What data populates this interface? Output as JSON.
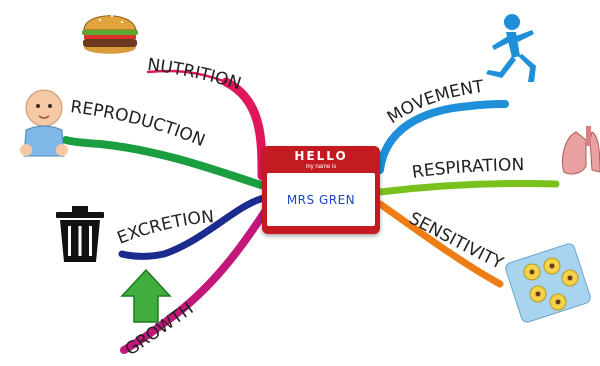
{
  "center": {
    "hello_text": "HELLO",
    "subtitle_text": "my name is",
    "name_text": "MRS GREN",
    "badge_color": "#c41b22",
    "name_color": "#1f44c9"
  },
  "branches": [
    {
      "id": "nutrition",
      "label": "NUTRITION",
      "color": "#e0185a",
      "icon": "burger-icon"
    },
    {
      "id": "reproduction",
      "label": "REPRODUCTION",
      "color": "#1a9e3f",
      "icon": "baby-icon"
    },
    {
      "id": "excretion",
      "label": "EXCRETION",
      "color": "#1c2b8f",
      "icon": "trash-can-icon"
    },
    {
      "id": "growth",
      "label": "GROWTH",
      "color": "#c2187a",
      "icon": "up-arrow-icon"
    },
    {
      "id": "movement",
      "label": "MOVEMENT",
      "color": "#1e8fd8",
      "icon": "running-figure-icon"
    },
    {
      "id": "respiration",
      "label": "RESPIRATION",
      "color": "#7ac11e",
      "icon": "lungs-icon"
    },
    {
      "id": "sensitivity",
      "label": "SENSITIVITY",
      "color": "#f07d14",
      "icon": "senses-icon"
    }
  ]
}
